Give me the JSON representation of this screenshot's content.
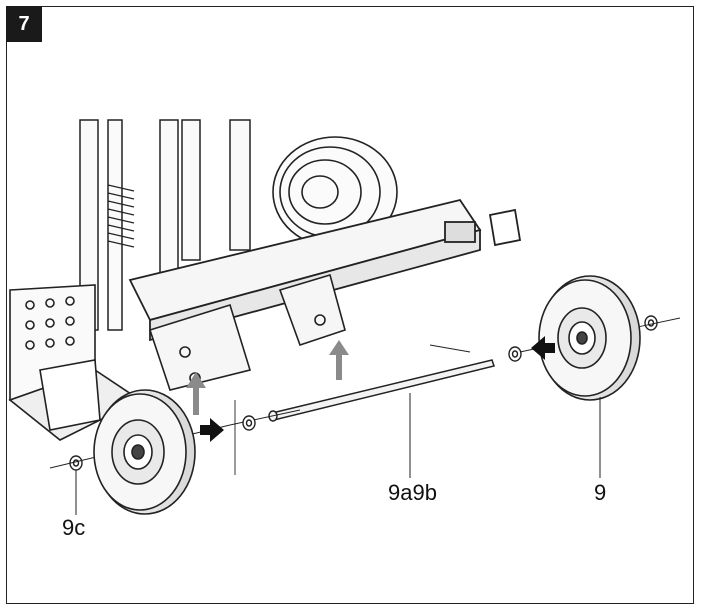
{
  "figure": {
    "step_number": "7",
    "callouts": {
      "wheel_right": "9",
      "axle": "9a9b",
      "washer_left": "9c"
    }
  }
}
